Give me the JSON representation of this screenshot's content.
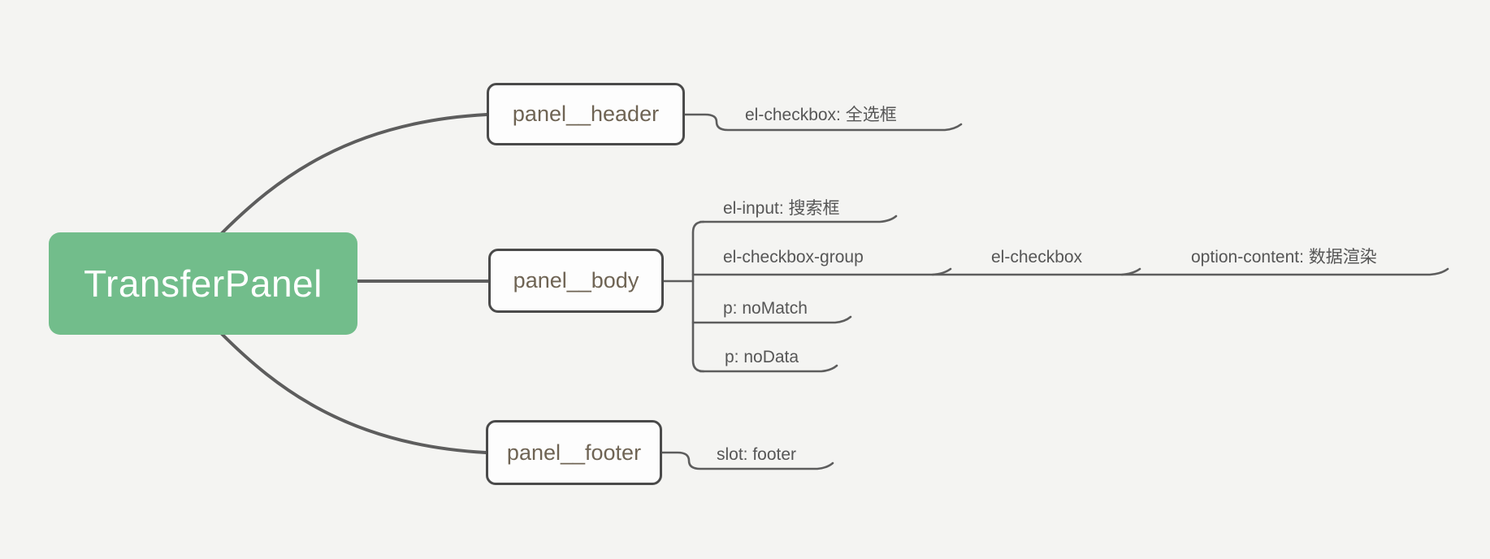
{
  "colors": {
    "canvas_bg": "#f4f4f2",
    "root_bg": "#72bd8b",
    "root_text": "#ffffff",
    "node_border": "#4a4a4a",
    "node_bg": "#fdfdfd",
    "node_text": "#6f6454",
    "label_text": "#565656",
    "line": "#5d5d5d"
  },
  "mindmap": {
    "root": {
      "label": "TransferPanel"
    },
    "branches": [
      {
        "node": {
          "label": "panel__header"
        },
        "children": [
          {
            "label": "el-checkbox: 全选框"
          }
        ]
      },
      {
        "node": {
          "label": "panel__body"
        },
        "children": [
          {
            "label": "el-input: 搜索框"
          },
          {
            "label": "el-checkbox-group",
            "children": [
              {
                "label": "el-checkbox",
                "children": [
                  {
                    "label": "option-content: 数据渲染"
                  }
                ]
              }
            ]
          },
          {
            "label": "p: noMatch"
          },
          {
            "label": "p: noData"
          }
        ]
      },
      {
        "node": {
          "label": "panel__footer"
        },
        "children": [
          {
            "label": "slot: footer"
          }
        ]
      }
    ]
  }
}
